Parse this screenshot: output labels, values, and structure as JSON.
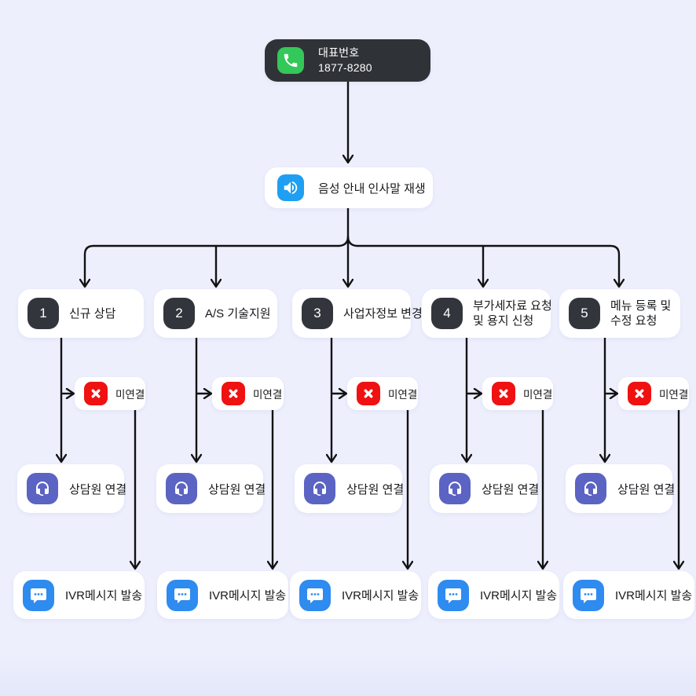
{
  "root": {
    "title": "대표번호",
    "number": "1877-8280",
    "icon": "phone-icon"
  },
  "greeting": {
    "label": "음성 안내 인사말 재생",
    "icon": "speaker-icon"
  },
  "menus": [
    {
      "num": "1",
      "line1": "신규 상담",
      "line2": ""
    },
    {
      "num": "2",
      "line1": "A/S 기술지원",
      "line2": ""
    },
    {
      "num": "3",
      "line1": "사업자정보 변경",
      "line2": ""
    },
    {
      "num": "4",
      "line1": "부가세자료 요청",
      "line2": "및 용지 신청"
    },
    {
      "num": "5",
      "line1": "메뉴 등록 및",
      "line2": "수정 요청"
    }
  ],
  "outcomes": {
    "unconnected": "미연결",
    "agent": "상담원 연결",
    "ivr": "IVR메시지 발송"
  },
  "icons": {
    "unconnected": "x-icon",
    "agent": "headset-icon",
    "ivr": "chat-bubble-icon"
  },
  "colors": {
    "background": "#EDEFFD",
    "node_dark": "#2F3338",
    "badge_dark": "#32363C",
    "phone_green": "#34C759",
    "speaker_blue": "#1E9FF2",
    "error_red": "#F01111",
    "agent_indigo": "#5B63C3",
    "chat_blue": "#2E8BF0",
    "connector": "#121212"
  }
}
